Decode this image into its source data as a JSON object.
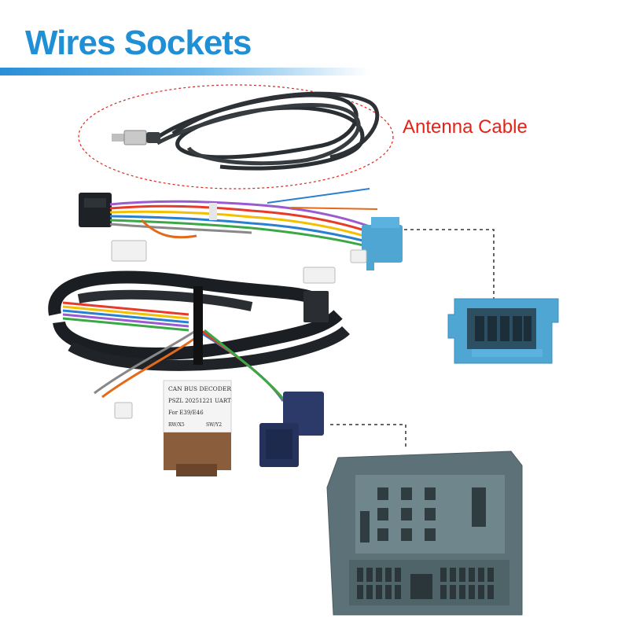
{
  "title": "Wires Sockets",
  "callouts": {
    "antenna_cable": "Antenna Cable"
  },
  "can_bus_decoder": {
    "line1": "CAN BUS DECODER",
    "line2": "PSZL 20251221 UART",
    "line3": "For  E39/E46",
    "line4_left": "RW/X5",
    "line4_right": "SW/Y2"
  },
  "colors": {
    "title": "#1f8fd6",
    "callout_text": "#e2231a",
    "callout_ellipse": "#e2231a",
    "connector_blue": "#4fa6d3",
    "connector_grey": "#5d7278",
    "cable_black": "#1b1e22"
  }
}
